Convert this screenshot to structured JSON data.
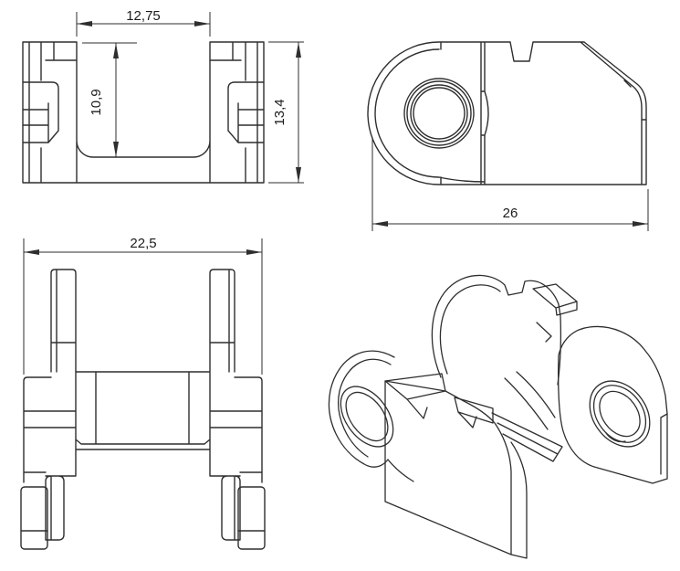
{
  "colors": {
    "background": "#ffffff",
    "line": "#2e2e2e",
    "text": "#1c1c1c"
  },
  "dimensions": {
    "front_top_width": "12,75",
    "front_inner_depth": "10,9",
    "front_height": "13,4",
    "side_length": "26",
    "top_width": "22,5"
  }
}
